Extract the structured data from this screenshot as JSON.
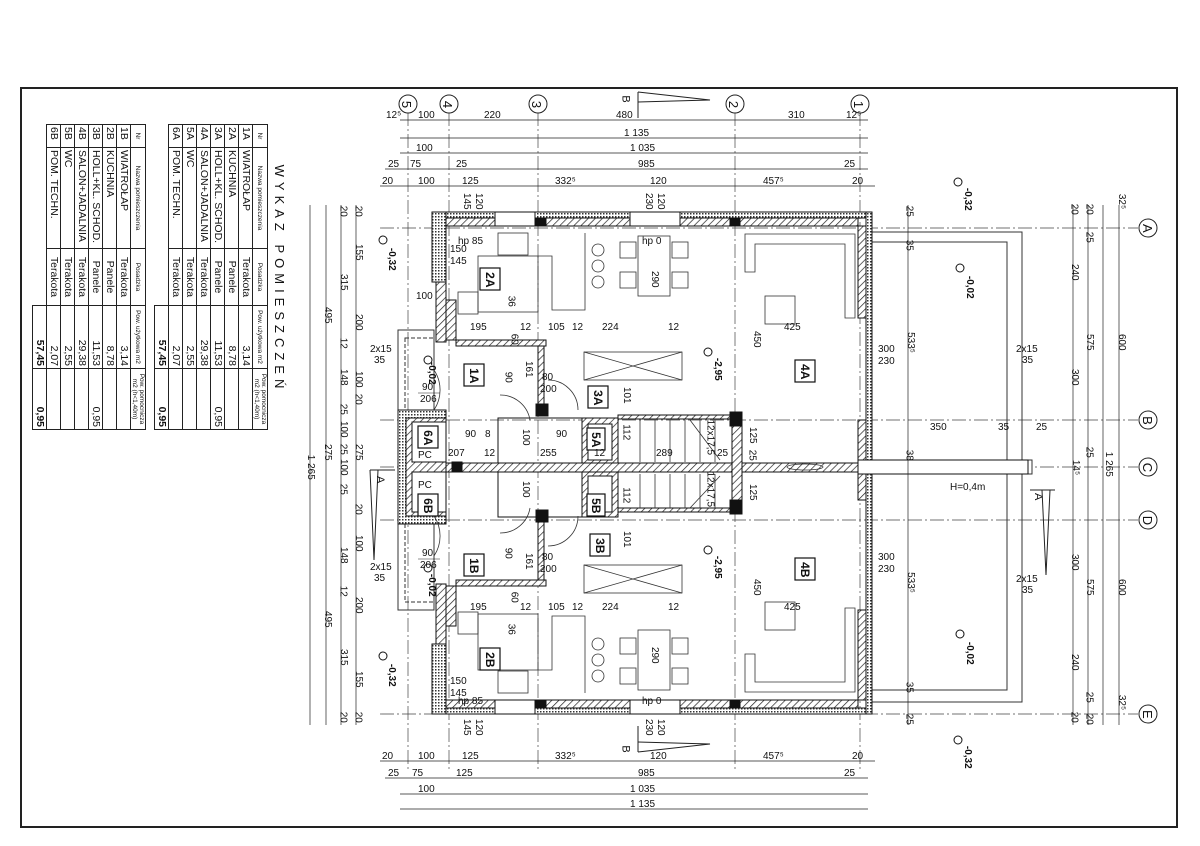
{
  "table": {
    "title": "WYKAZ POMIESZCZEŃ",
    "headers": [
      "Nr",
      "Nazwa pomieszczenia",
      "Posadzka",
      "Pow. użytkowa m2",
      "Pow. pomocnicza m2 (h<1,40m)"
    ],
    "unit_a": [
      {
        "nr": "1A",
        "name": "WIATROŁAP",
        "floor": "Terakota",
        "area": "3,14",
        "aux": ""
      },
      {
        "nr": "2A",
        "name": "KUCHNIA",
        "floor": "Panele",
        "area": "8,78",
        "aux": ""
      },
      {
        "nr": "3A",
        "name": "HOLL+KL. SCHOD.",
        "floor": "Panele",
        "area": "11,53",
        "aux": "0,95"
      },
      {
        "nr": "4A",
        "name": "SALON+JADALNIA",
        "floor": "Terakota",
        "area": "29,38",
        "aux": ""
      },
      {
        "nr": "5A",
        "name": "WC",
        "floor": "Terakota",
        "area": "2,55",
        "aux": ""
      },
      {
        "nr": "6A",
        "name": "POM. TECHN.",
        "floor": "Terakota",
        "area": "2,07",
        "aux": ""
      }
    ],
    "unit_a_total": {
      "area": "57,45",
      "aux": "0,95"
    },
    "unit_b": [
      {
        "nr": "1B",
        "name": "WIATROŁAP",
        "floor": "Terakota",
        "area": "3,14",
        "aux": ""
      },
      {
        "nr": "2B",
        "name": "KUCHNIA",
        "floor": "Panele",
        "area": "8,78",
        "aux": ""
      },
      {
        "nr": "3B",
        "name": "HOLL+KL. SCHOD.",
        "floor": "Panele",
        "area": "11,53",
        "aux": "0,95"
      },
      {
        "nr": "4B",
        "name": "SALON+JADALNIA",
        "floor": "Terakota",
        "area": "29,38",
        "aux": ""
      },
      {
        "nr": "5B",
        "name": "WC",
        "floor": "Terakota",
        "area": "2,55",
        "aux": ""
      },
      {
        "nr": "6B",
        "name": "POM. TECHN.",
        "floor": "Terakota",
        "area": "2,07",
        "aux": ""
      }
    ],
    "unit_b_total": {
      "area": "57,45",
      "aux": "0,95"
    }
  },
  "axes": {
    "vertical": [
      "5",
      "4",
      "3",
      "2",
      "1"
    ],
    "horizontal": [
      "A",
      "B",
      "C",
      "D",
      "E"
    ]
  },
  "sections": {
    "b": "B",
    "a": "A"
  },
  "rooms": [
    "1A",
    "2A",
    "3A",
    "4A",
    "5A",
    "6A",
    "1B",
    "2B",
    "3B",
    "4B",
    "5B",
    "6B"
  ],
  "dims": {
    "top1": [
      "12⁵",
      "100",
      "220",
      "480",
      "310",
      "12⁵"
    ],
    "top2": [
      "1 135"
    ],
    "top3": [
      "100",
      "1 035"
    ],
    "top4": [
      "25",
      "75",
      "25",
      "985",
      "25"
    ],
    "top5": [
      "20",
      "100",
      "125",
      "332⁵",
      "120",
      "457⁵",
      "20"
    ],
    "bot1": [
      "20",
      "100",
      "125",
      "332⁵",
      "120",
      "457⁵",
      "20"
    ],
    "bot2": [
      "25",
      "75",
      "125",
      "985",
      "25"
    ],
    "bot3": [
      "100",
      "1 035"
    ],
    "bot4": [
      "1 135"
    ],
    "left1": [
      "20",
      "155",
      "200",
      "100",
      "20",
      "275",
      "20",
      "100",
      "200",
      "155",
      "20"
    ],
    "left2": [
      "20",
      "315",
      "12",
      "148",
      "25",
      "100",
      "25",
      "100",
      "25",
      "148",
      "12",
      "315",
      "20"
    ],
    "left3": [
      "495",
      "275",
      "495"
    ],
    "left4": [
      "1 265"
    ],
    "right1": [
      "20",
      "240",
      "300",
      "14⁵",
      "300",
      "240",
      "20"
    ],
    "right2": [
      "20",
      "25",
      "575",
      "25",
      "575",
      "25",
      "20"
    ],
    "right3": [
      "1 265"
    ],
    "right4": [
      "32⁵",
      "600",
      "600",
      "32⁵"
    ],
    "terrace": [
      "25",
      "35",
      "533⁵",
      "38",
      "533⁵",
      "35",
      "25"
    ],
    "beam": [
      "350",
      "35",
      "25"
    ],
    "inner_top": [
      "195",
      "12",
      "105",
      "12",
      "224",
      "12",
      "425",
      "450",
      "36",
      "60"
    ],
    "inner_bot": [
      "195",
      "12",
      "105",
      "12",
      "224",
      "12",
      "425",
      "450",
      "36",
      "60"
    ],
    "core": [
      "90",
      "8",
      "207",
      "12",
      "90",
      "255",
      "12",
      "289",
      "25",
      "125",
      "125",
      "25",
      "112",
      "112",
      "101",
      "101",
      "161",
      "161",
      "90",
      "90",
      "100",
      "100"
    ]
  },
  "levels": {
    "outer": "-0,32",
    "terrace": "-0,02",
    "entry": "-0,02",
    "hall": "-2,95"
  },
  "notes": {
    "beam": "H=0,4m",
    "steps": "2x15",
    "steps_sub": "35",
    "door_main_w": "90",
    "door_main_h": "206",
    "door_int_w": "80",
    "door_int_h": "200",
    "window_terrace_w": "300",
    "window_terrace_h": "230",
    "window_kitchen_w": "150",
    "window_kitchen_h": "145",
    "window_top_a": "145",
    "window_top_b": "120",
    "window_top_c": "230",
    "window_top_d": "120",
    "window_left": "100",
    "hp85": "hp 85",
    "hp0": "hp 0",
    "table_len": "290",
    "pc": "PC",
    "stairs": "12x17,5",
    "stairs_b": "12x17,5"
  }
}
